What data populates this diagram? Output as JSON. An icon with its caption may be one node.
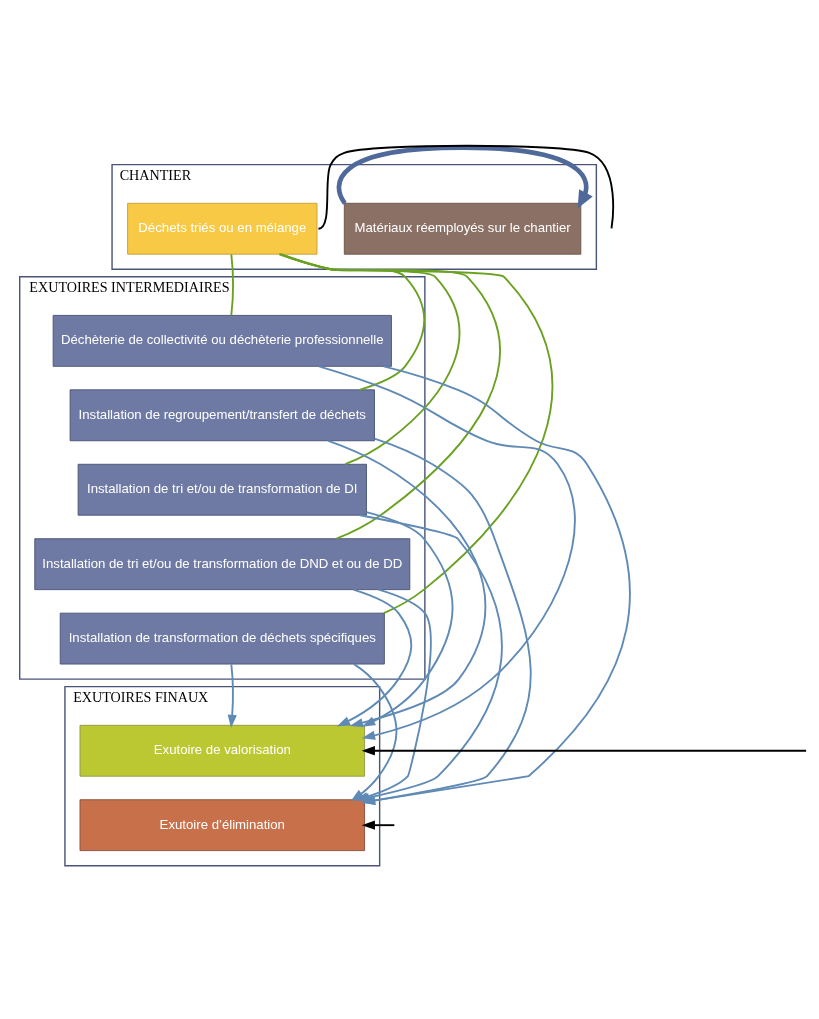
{
  "diagram": {
    "nodes": [
      {
        "text": [
          "CHANTIER"
        ]
      },
      {
        "text": [
          "Matériaux réemployés sur le chantier"
        ],
        "in": 0
      },
      {
        "text": [
          "Déchets triés ou en mélange"
        ],
        "in": 0
      },
      {
        "text": [
          "EXUTOIRES INTERMEDIAIRES"
        ]
      },
      {
        "text": [
          "Déchèterie de collectivité ou déchèterie professionnelle"
        ],
        "in": 3
      },
      {
        "text": [
          "Installation de regroupement/transfert de déchets"
        ],
        "in": 3
      },
      {
        "text": [
          "Installation de tri et/ou de transformation de DI"
        ],
        "in": 3
      },
      {
        "text": [
          "Installation de tri et/ou de transformation de DND et ou de DD"
        ],
        "in": 3
      },
      {
        "text": [
          "Installation de transformation de déchets spécifiques"
        ],
        "in": 3
      },
      {
        "text": [
          "EXUTOIRES FINAUX"
        ]
      },
      {
        "text": [
          "Exutoire de valorisation"
        ],
        "in": 9
      },
      {
        "text": [
          "Exutoire d’élimination"
        ],
        "in": 9
      }
    ],
    "edges": [
      {
        "from": 1,
        "to": 1,
        "arrow": "to",
        "style": "thick",
        "color": "#4f6a9a"
      },
      {
        "from": 2,
        "to": 4,
        "arrow": "none",
        "color": "#6aa121"
      },
      {
        "from": 2,
        "to": 5,
        "arrow": "none",
        "color": "#6aa121"
      },
      {
        "from": 2,
        "to": 6,
        "arrow": "none",
        "color": "#6aa121"
      },
      {
        "from": 2,
        "to": 7,
        "arrow": "none",
        "color": "#6aa121"
      },
      {
        "from": 2,
        "to": 8,
        "arrow": "none",
        "color": "#6aa121"
      },
      {
        "from": 2,
        "to": null,
        "arrow": "none",
        "color": "#000000"
      },
      {
        "from": 4,
        "to": 10,
        "arrow": "to"
      },
      {
        "from": 4,
        "to": 11,
        "arrow": "to"
      },
      {
        "from": 5,
        "to": 10,
        "arrow": "to"
      },
      {
        "from": 5,
        "to": 11,
        "arrow": "to"
      },
      {
        "from": 6,
        "to": 10,
        "arrow": "to"
      },
      {
        "from": 6,
        "to": 11,
        "arrow": "to"
      },
      {
        "from": 7,
        "to": 10,
        "arrow": "to"
      },
      {
        "from": 7,
        "to": 11,
        "arrow": "to"
      },
      {
        "from": 8,
        "to": 10,
        "arrow": "to"
      },
      {
        "from": 8,
        "to": 11,
        "arrow": "to"
      },
      {
        "from": null,
        "to": 10,
        "arrow": "to",
        "color": "#000000"
      },
      {
        "from": null,
        "to": 11,
        "arrow": "to",
        "color": "#000000"
      }
    ]
  }
}
